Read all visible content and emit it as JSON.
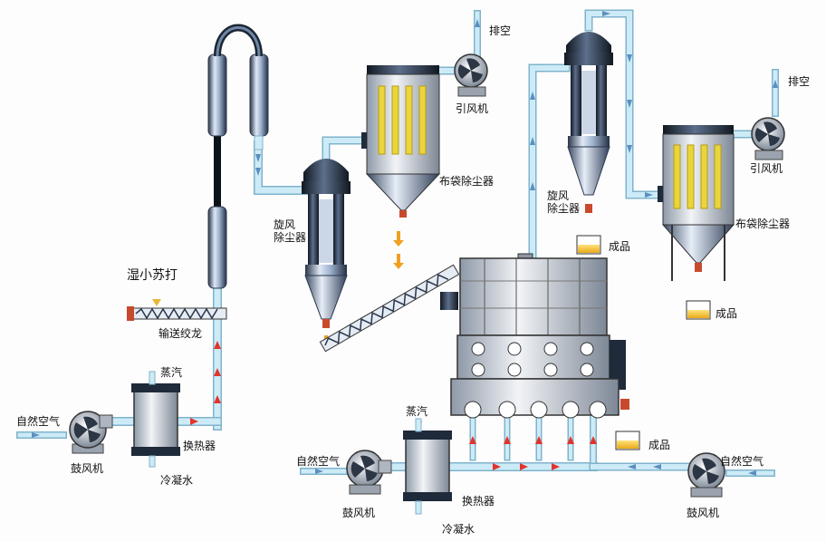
{
  "labels": {
    "exhaust_top": "排空",
    "exhaust_right": "排空",
    "induced_fan_top": "引风机",
    "induced_fan_right": "引风机",
    "bag_filter_top": "布袋除尘器",
    "bag_filter_right": "布袋除尘器",
    "cyclone_left": "旋风\n除尘器",
    "cyclone_right": "旋风\n除尘器",
    "wet_baking_soda": "湿小苏打",
    "screw_conveyor": "输送绞龙",
    "steam_left": "蒸汽",
    "steam_bottom": "蒸汽",
    "natural_air_left": "自然空气",
    "natural_air_bottom": "自然空气",
    "natural_air_right": "自然空气",
    "blower_left": "鼓风机",
    "blower_bottom": "鼓风机",
    "blower_right": "鼓风机",
    "heat_exchanger_left": "换热器",
    "heat_exchanger_bottom": "换热器",
    "condensate_left": "冷凝水",
    "condensate_bottom": "冷凝水",
    "product_1": "成品",
    "product_2": "成品",
    "product_3": "成品"
  },
  "colors": {
    "pipe": "#bfe3f3",
    "pipe_edge": "#7fb3cc",
    "vessel_dark": "#1f2a3a",
    "vessel_mid": "#4a5d7a",
    "vessel_light": "#c9d6ea",
    "filter_bag": "#e9d53c",
    "hot_arrow": "#e0352c",
    "product": "#f4c531",
    "falling_arrow": "#f0a020"
  }
}
